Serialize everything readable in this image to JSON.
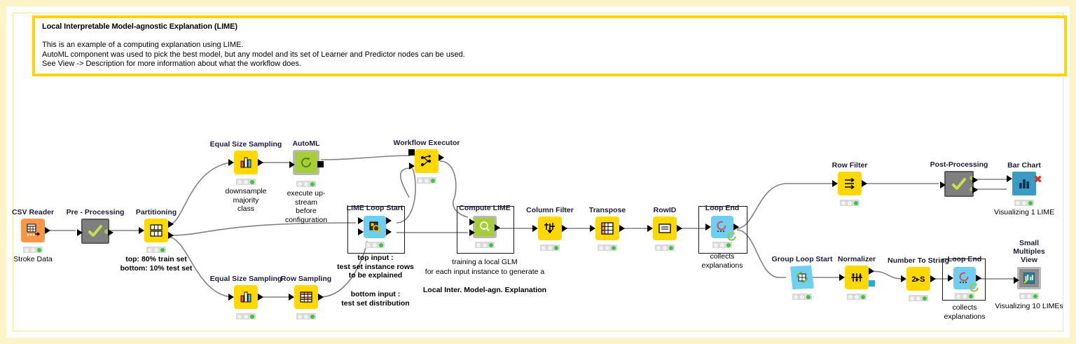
{
  "canvas": {
    "border_color": "#fdf3c8",
    "background": "#ffffff"
  },
  "annotation": {
    "border_color": "#ffd400",
    "title": "Local Interpretable Model-agnostic Explanation (LIME)",
    "lines": [
      "This is an example of a computing explanation using LIME.",
      "AutoML component was used to pick the best model, but any model and its set of Learner and Predictor nodes can be used.",
      "See View -> Description for more information about what the workflow does."
    ]
  },
  "palette": {
    "knime_yellow": "#ffd800",
    "node_orange": "#f79646",
    "node_cyan": "#6ecff0",
    "component_gray": "#7f7f7f",
    "component_green": "#a6ce39",
    "view_blue": "#3a9cc4",
    "led_green": "#3fc43f",
    "error_red": "#e0301e"
  },
  "nodes": [
    {
      "id": "csv-reader",
      "label": "CSV Reader",
      "sublabel": "Stroke Data",
      "sub_bold": false,
      "kind": "orange"
    },
    {
      "id": "pre-processing",
      "label": "Pre - Processing",
      "sublabel": "",
      "sub_bold": false,
      "kind": "gray-component"
    },
    {
      "id": "partitioning",
      "label": "Partitioning",
      "sublabel": "top: 80% train set\nbottom: 10% test set",
      "sub_bold": true,
      "kind": "yellow"
    },
    {
      "id": "equal-size-sampling-top",
      "label": "Equal Size Sampling",
      "sublabel": "downsample\nmajority class",
      "sub_bold": false,
      "kind": "yellow"
    },
    {
      "id": "automl",
      "label": "AutoML",
      "sublabel": "execute up-stream\nbefore configuration",
      "sub_bold": false,
      "kind": "green-component"
    },
    {
      "id": "workflow-executor",
      "label": "Workflow Executor",
      "sublabel": "",
      "sub_bold": false,
      "kind": "yellow"
    },
    {
      "id": "equal-size-sampling-bottom",
      "label": "Equal Size Sampling",
      "sublabel": "",
      "sub_bold": false,
      "kind": "yellow"
    },
    {
      "id": "row-sampling",
      "label": "Row Sampling",
      "sublabel": "",
      "sub_bold": false,
      "kind": "yellow"
    },
    {
      "id": "lime-loop-start",
      "label": "LIME Loop Start",
      "sublabel": "",
      "sub_bold": false,
      "kind": "cyan"
    },
    {
      "id": "compute-lime",
      "label": "Compute LIME",
      "sublabel": "",
      "sub_bold": false,
      "kind": "green-component"
    },
    {
      "id": "column-filter",
      "label": "Column Filter",
      "sublabel": "",
      "sub_bold": false,
      "kind": "yellow"
    },
    {
      "id": "transpose",
      "label": "Transpose",
      "sublabel": "",
      "sub_bold": false,
      "kind": "yellow"
    },
    {
      "id": "rowid",
      "label": "RowID",
      "sublabel": "",
      "sub_bold": false,
      "kind": "yellow"
    },
    {
      "id": "loop-end-top",
      "label": "Loop End",
      "sublabel": "collects\nexplanations",
      "sub_bold": false,
      "kind": "cyan"
    },
    {
      "id": "row-filter",
      "label": "Row Filter",
      "sublabel": "",
      "sub_bold": false,
      "kind": "yellow"
    },
    {
      "id": "post-processing",
      "label": "Post-Processing",
      "sublabel": "",
      "sub_bold": false,
      "kind": "gray-component"
    },
    {
      "id": "bar-chart",
      "label": "Bar Chart",
      "sublabel": "Visualizing 1 LIME",
      "sub_bold": false,
      "kind": "view-blue"
    },
    {
      "id": "group-loop-start",
      "label": "Group Loop Start",
      "sublabel": "",
      "sub_bold": false,
      "kind": "cyan"
    },
    {
      "id": "normalizer",
      "label": "Normalizer",
      "sublabel": "",
      "sub_bold": false,
      "kind": "yellow"
    },
    {
      "id": "number-to-string",
      "label": "Number To String",
      "sublabel": "",
      "sub_bold": false,
      "kind": "yellow"
    },
    {
      "id": "loop-end-bottom",
      "label": "Loop End",
      "sublabel": "collects\nexplanations",
      "sub_bold": false,
      "kind": "cyan"
    },
    {
      "id": "small-multiples-view",
      "label": "Small Multiples\nView",
      "sublabel": "Visualizing 10 LIMEs",
      "sub_bold": false,
      "kind": "gray-component"
    }
  ],
  "node_labels": {
    "csv_reader": "CSV Reader",
    "csv_reader_sub": "Stroke Data",
    "pre_processing": "Pre - Processing",
    "partitioning": "Partitioning",
    "partitioning_sub_1": "top",
    "partitioning_sub_1b": ": 80% train set",
    "partitioning_sub_2": "bottom",
    "partitioning_sub_2b": ": 10% test set",
    "equal_size_sampling": "Equal Size Sampling",
    "equal_size_sampling_sub": "downsample\nmajority class",
    "automl": "AutoML",
    "automl_sub": "execute up-stream\nbefore configuration",
    "workflow_executor": "Workflow Executor",
    "equal_size_sampling_2": "Equal Size Sampling",
    "row_sampling": "Row Sampling",
    "lime_loop_start": "LIME Loop Start",
    "compute_lime": "Compute LIME",
    "column_filter": "Column Filter",
    "transpose": "Transpose",
    "rowid": "RowID",
    "loop_end": "Loop End",
    "loop_end_sub": "collects\nexplanations",
    "row_filter": "Row Filter",
    "post_processing": "Post-Processing",
    "bar_chart": "Bar Chart",
    "bar_chart_sub": "Visualizing 1 LIME",
    "group_loop_start": "Group Loop Start",
    "normalizer": "Normalizer",
    "number_to_string": "Number To String",
    "number_to_string_icon": "2▸S",
    "small_multiples_view": "Small Multiples\nView",
    "small_multiples_sub": "Visualizing 10 LIMEs"
  },
  "free_text": {
    "lime_top_input": "top input :\ntest set instance rows\nto be explained",
    "lime_bottom_input": "bottom input :\ntest set distribution",
    "compute_lime_note_1": "training a local GLM",
    "compute_lime_note_2": "for each input instance to generate a",
    "compute_lime_note_3": "Local Inter. Model-agn. Explanation"
  }
}
